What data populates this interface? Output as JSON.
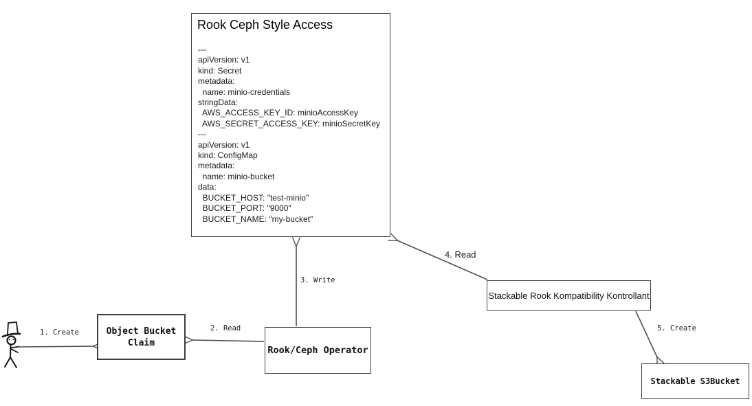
{
  "title_box": {
    "title": "Rook Ceph Style Access",
    "yaml_lines": [
      "---",
      "apiVersion: v1",
      "kind: Secret",
      "metadata:",
      "  name: minio-credentials",
      "stringData:",
      "  AWS_ACCESS_KEY_ID: minioAccessKey",
      "  AWS_SECRET_ACCESS_KEY: minioSecretKey",
      "---",
      "apiVersion: v1",
      "kind: ConfigMap",
      "metadata:",
      "  name: minio-bucket",
      "data:",
      "  BUCKET_HOST: \"test-minio\"",
      "  BUCKET_PORT: \"9000\"",
      "  BUCKET_NAME: \"my-bucket\""
    ]
  },
  "nodes": {
    "object_bucket_claim_line1": "Object Bucket",
    "object_bucket_claim_line2": "Claim",
    "rook_ceph_operator": "Rook/Ceph Operator",
    "stackable_rook_kontrollant": "Stackable Rook Kompatibility Kontrollant",
    "stackable_s3bucket": "Stackable S3Bucket"
  },
  "edges": {
    "create1": "1. Create",
    "read2": "2. Read",
    "write3": "3. Write",
    "read4": "4. Read",
    "create5": "5. Create"
  },
  "icons": {
    "actor": "stick-figure-user-icon"
  },
  "colors": {
    "background": "#ffffff",
    "box_border": "#3d3d3d",
    "arrow_line": "#4d4d4d",
    "text": "#000000"
  }
}
